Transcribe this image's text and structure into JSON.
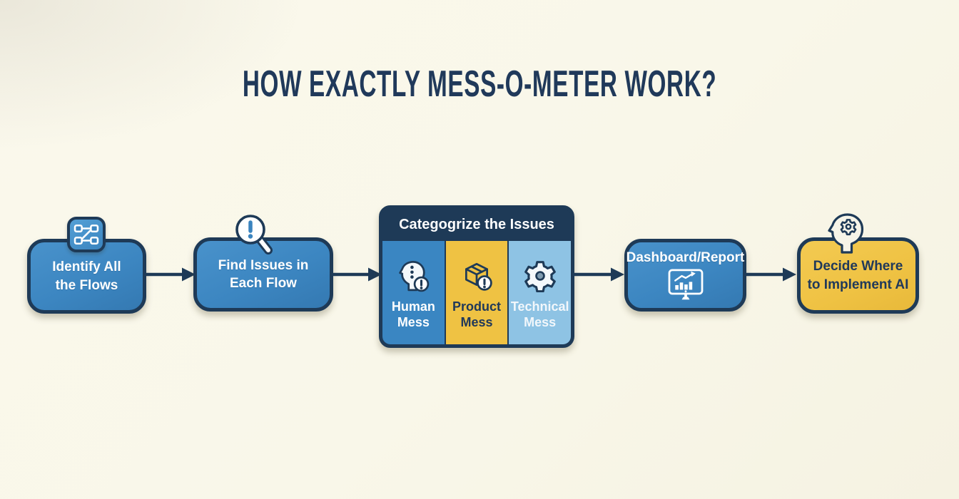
{
  "title": "HOW EXACTLY MESS-O-METER WORK?",
  "colors": {
    "background": "#f9f7e9",
    "navy": "#1e3a57",
    "blue": "#3c86c1",
    "yellow": "#efc243",
    "light_blue": "#8ec3e4",
    "white": "#ffffff"
  },
  "steps": [
    {
      "id": "identify-flows",
      "label": "Identify All\nthe Flows",
      "icon": "workflow-icon"
    },
    {
      "id": "find-issues",
      "label": "Find Issues in\nEach Flow",
      "icon": "magnifier-alert-icon"
    },
    {
      "id": "categorize",
      "header": "Categogrize the Issues",
      "categories": [
        {
          "label": "Human\nMess",
          "icon": "head-alert-icon",
          "color": "#3a86c2",
          "text_color": "#ffffff"
        },
        {
          "label": "Product\nMess",
          "icon": "box-alert-icon",
          "color": "#efc243",
          "text_color": "#20395a"
        },
        {
          "label": "Technical\nMess",
          "icon": "gear-icon",
          "color": "#8ec3e4",
          "text_color": "#ffffff"
        }
      ]
    },
    {
      "id": "dashboard",
      "label": "Dashboard/Report",
      "icon": "monitor-chart-icon"
    },
    {
      "id": "decide-ai",
      "label": "Decide Where\nto Implement AI",
      "icon": "head-gear-icon"
    }
  ]
}
